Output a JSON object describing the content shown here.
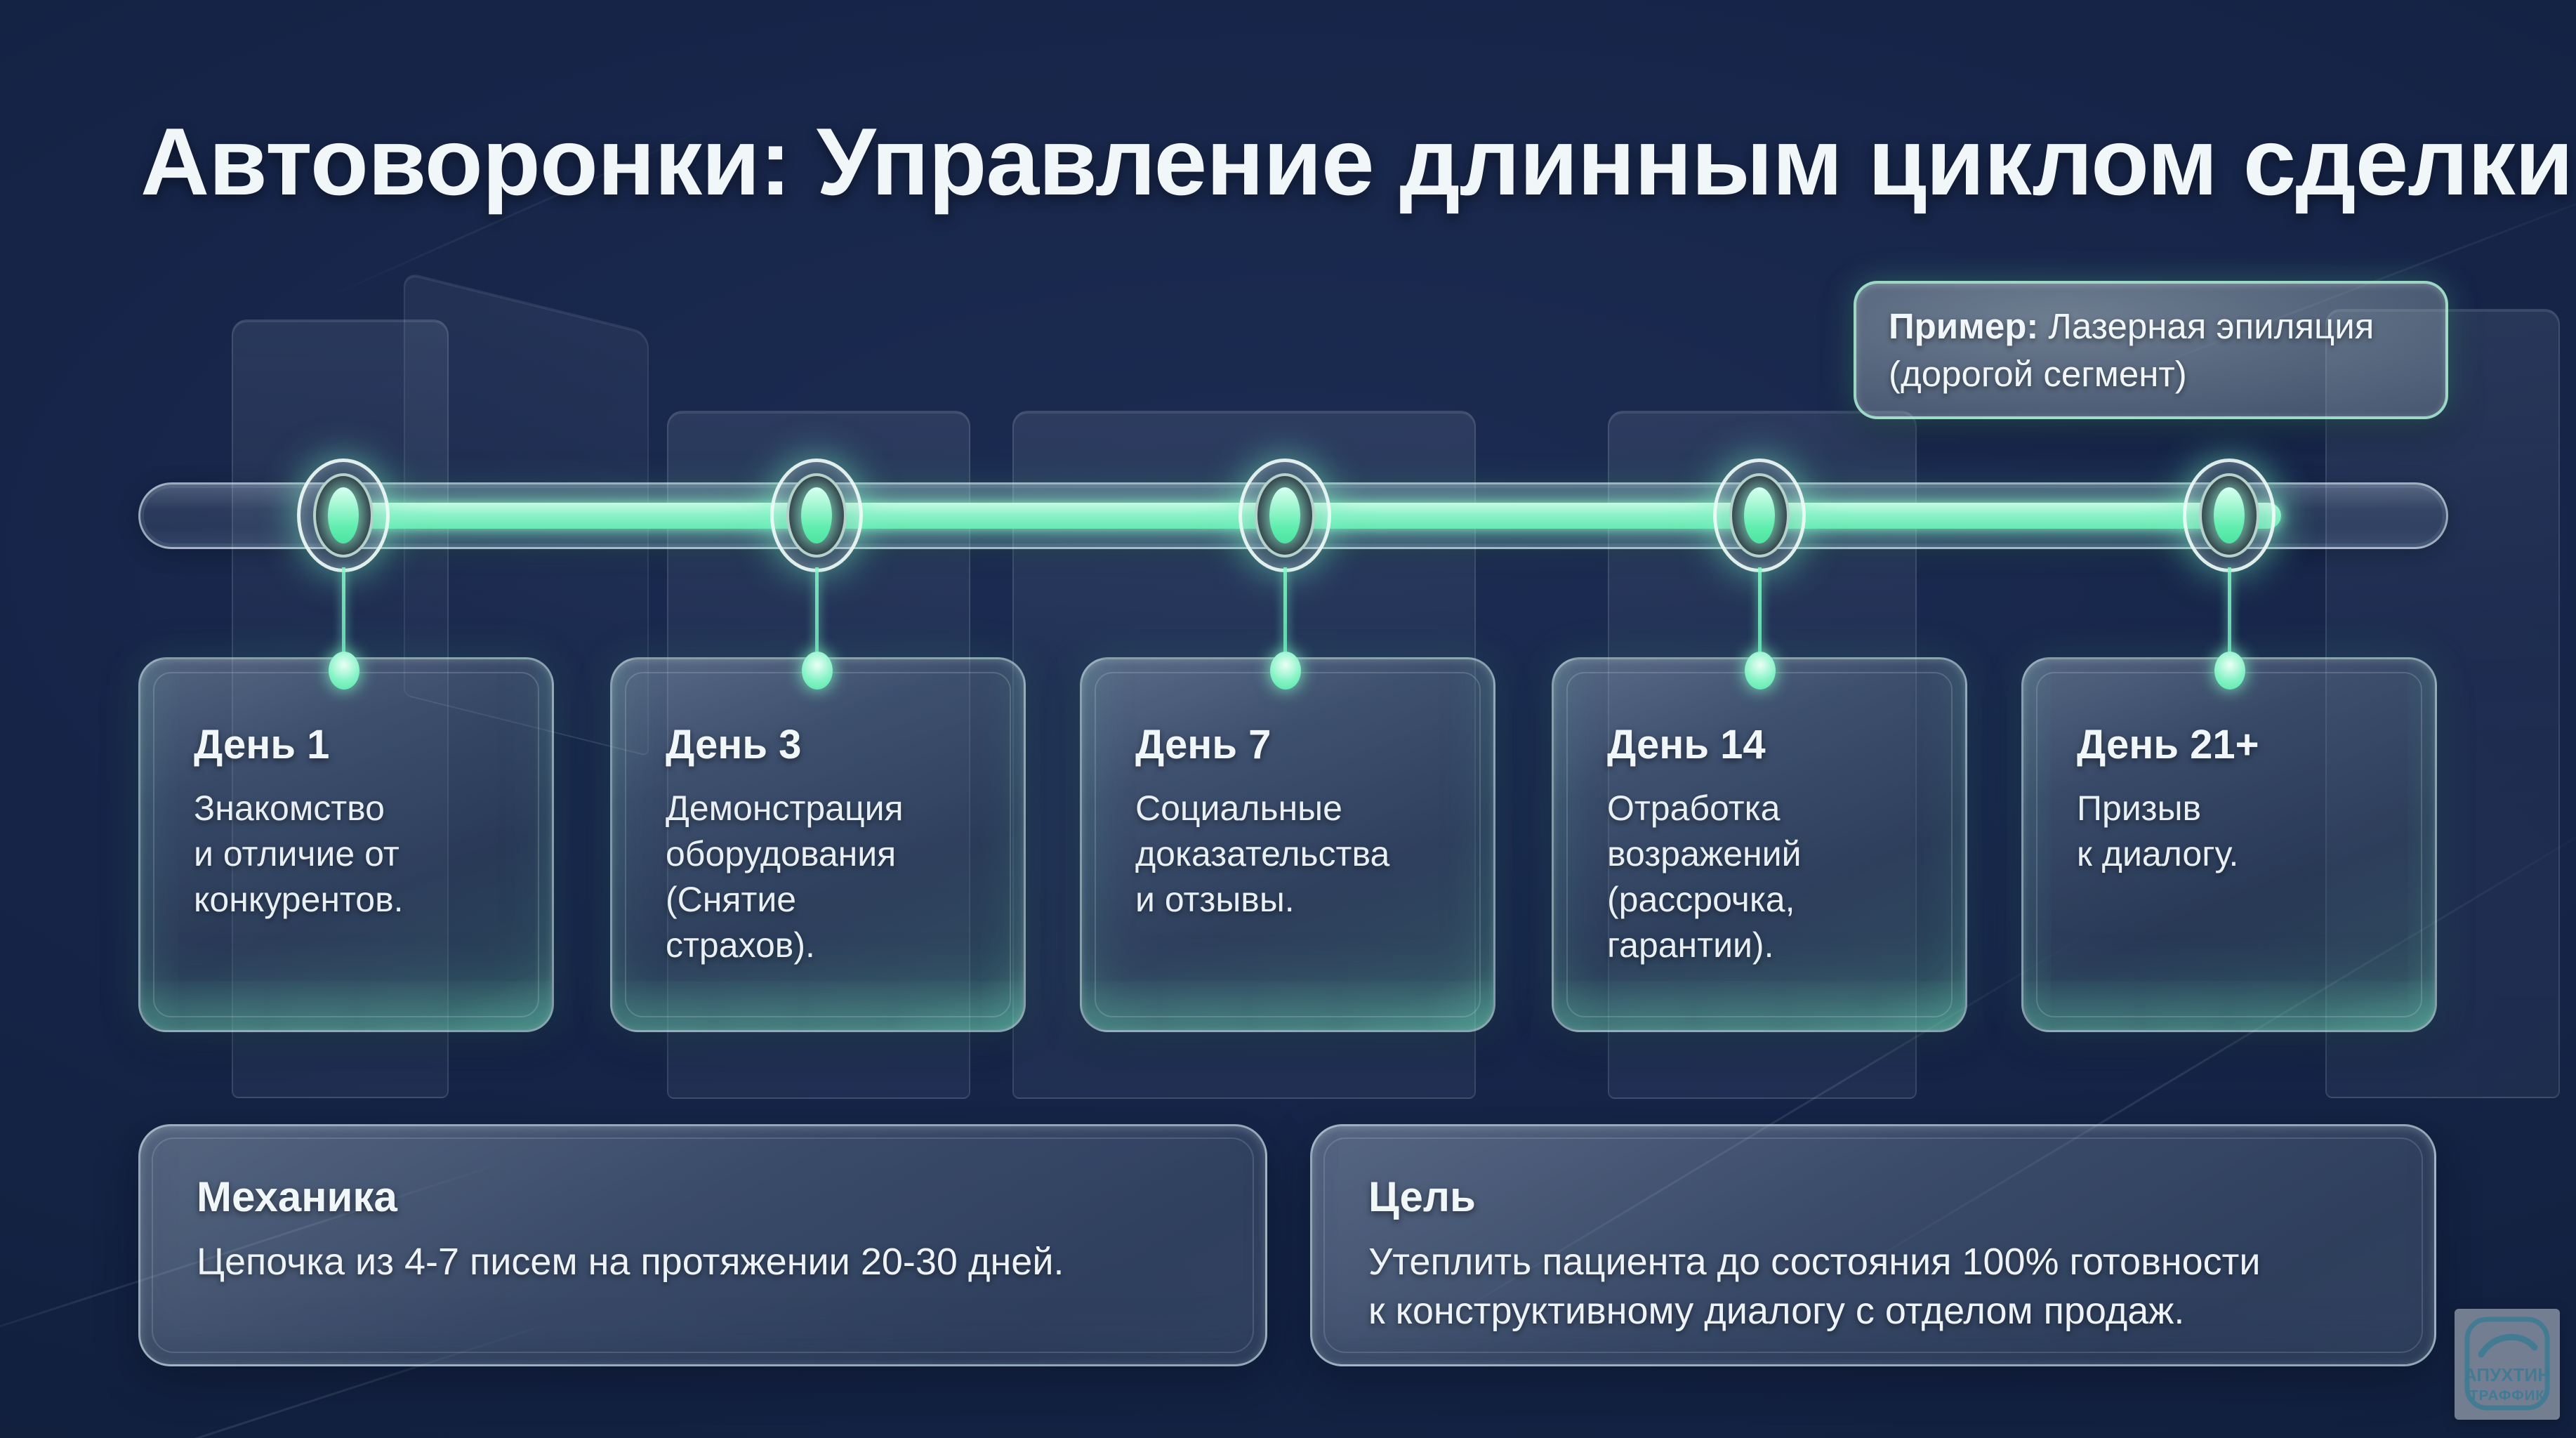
{
  "title": "Автоворонки: Управление длинным циклом сделки",
  "example_callout": {
    "label": "Пример:",
    "text": "Лазерная эпиляция (дорогой сегмент)"
  },
  "timeline": {
    "days": [
      {
        "label": "День 1",
        "text": "Знакомство\nи отличие от\nконкурентов."
      },
      {
        "label": "День 3",
        "text": "Демонстрация\nоборудования\n(Снятие\nстрахов)."
      },
      {
        "label": "День 7",
        "text": "Социальные\nдоказательства\nи отзывы."
      },
      {
        "label": "День 14",
        "text": "Отработка\nвозражений\n(рассрочка,\nгарантии)."
      },
      {
        "label": "День 21+",
        "text": "Призыв\nк диалогу."
      }
    ]
  },
  "info_cards": [
    {
      "title": "Механика",
      "text": "Цепочка из 4-7 писем на протяжении 20-30 дней."
    },
    {
      "title": "Цель",
      "text": "Утеплить пациента до состояния 100% готовности\nк конструктивному диалогу с отделом продаж."
    }
  ],
  "watermark": {
    "line1": "АПУХТИН",
    "line2": "ТРАФФИК"
  },
  "colors": {
    "accent": "#7BEFC0",
    "accent_bright": "#B2F8DC",
    "background": "#14223F",
    "card_border": "#CDE7EA",
    "text": "#F1F6F8",
    "watermark_ink": "#3E7B94"
  }
}
